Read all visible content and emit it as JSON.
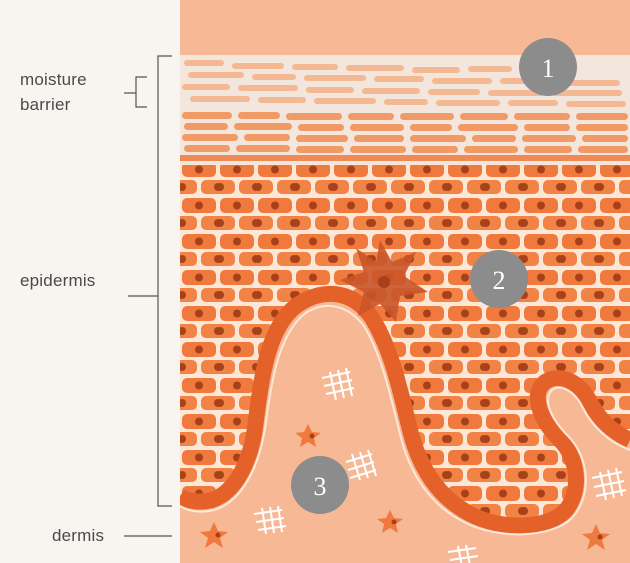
{
  "labels": {
    "moisture_barrier_line1": "moisture",
    "moisture_barrier_line2": "barrier",
    "epidermis": "epidermis",
    "dermis": "dermis"
  },
  "markers": [
    {
      "id": "1"
    },
    {
      "id": "2"
    },
    {
      "id": "3"
    }
  ],
  "colors": {
    "background": "#f8f5f1",
    "stratum_corneum": "#f4b893",
    "epidermis_cells": "#f07a3e",
    "cell_borders": "#fde8d8",
    "nuclei": "#a8401a",
    "melanocyte": "#c9552a",
    "dermis": "#f7b896",
    "basal_layer": "#e4622a",
    "marker": "#8c8c8c",
    "bracket": "#555555"
  }
}
